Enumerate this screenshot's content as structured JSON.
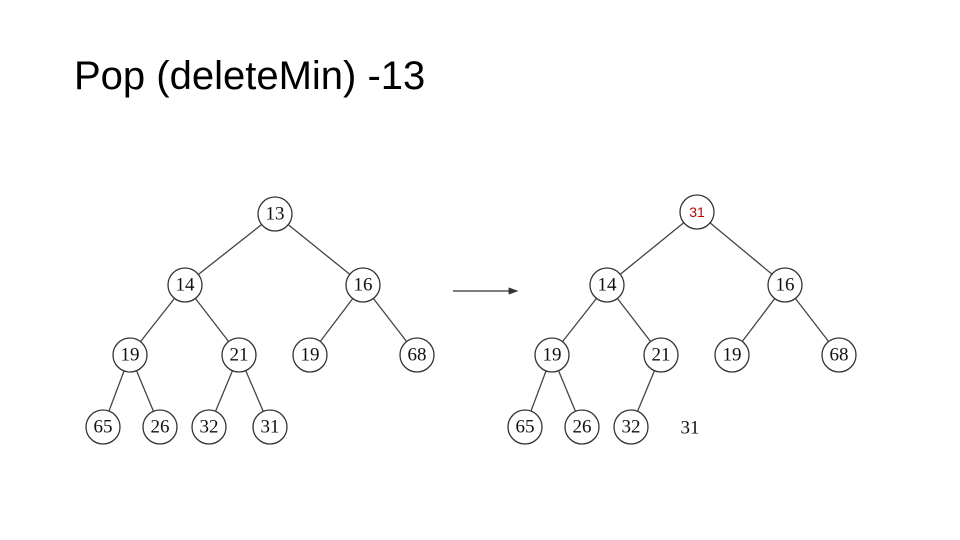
{
  "title": "Pop (deleteMin) -13",
  "colors": {
    "highlight": "#c00000",
    "node_stroke": "#333333"
  },
  "before_tree": {
    "nodes": [
      "13",
      "14",
      "16",
      "19",
      "21",
      "19",
      "68",
      "65",
      "26",
      "32",
      "31"
    ]
  },
  "after_tree": {
    "nodes": [
      "31",
      "14",
      "16",
      "19",
      "21",
      "19",
      "68",
      "65",
      "26",
      "32"
    ],
    "removed_leaf_label": "31"
  }
}
